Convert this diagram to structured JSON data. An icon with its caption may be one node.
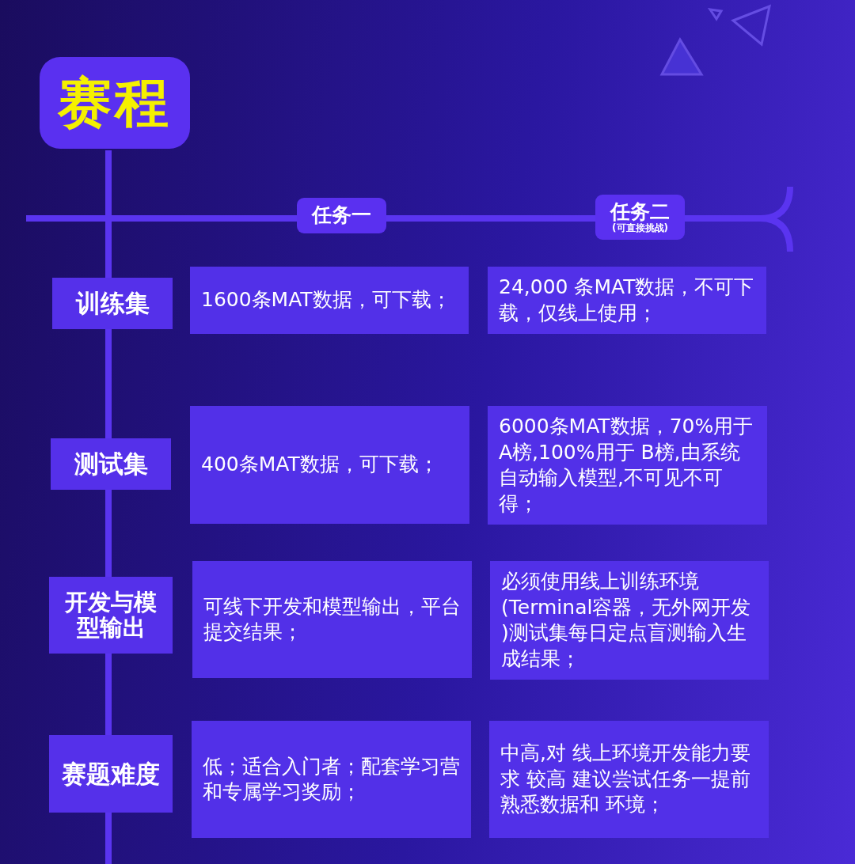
{
  "diagram": {
    "title": "赛程",
    "nodes": [
      {
        "text": [
          "任务一"
        ]
      },
      {
        "text": [
          "任务二",
          "(可直接挑战)"
        ]
      },
      {
        "text": [
          "训练集"
        ]
      },
      {
        "text": [
          "1600条MAT数据，可下载；"
        ]
      },
      {
        "text": [
          "24,000 条MAT数据，不可下载，仅线上使用；"
        ]
      },
      {
        "text": [
          "测试集"
        ]
      },
      {
        "text": [
          "400条MAT数据，可下载；"
        ]
      },
      {
        "text": [
          "6000条MAT数据，70%用于 A榜,100%用于 B榜,由系统自动输入模型,不可见不可得；"
        ]
      },
      {
        "text": [
          "开发与模型输出"
        ]
      },
      {
        "text": [
          "可线下开发和模型输出，平台提交结果；"
        ]
      },
      {
        "text": [
          "必须使用线上训练环境(Terminal容器，无外网开发 )测试集每日定点盲测输入生成结果；"
        ]
      },
      {
        "text": [
          "赛题难度"
        ]
      },
      {
        "text": [
          "低；适合入门者；配套学习营和专属学习奖励；"
        ]
      },
      {
        "text": [
          "中高,对 线上环境开发能力要求 较高 建议尝试任务一提前熟悉数据和 环境；"
        ]
      }
    ]
  }
}
